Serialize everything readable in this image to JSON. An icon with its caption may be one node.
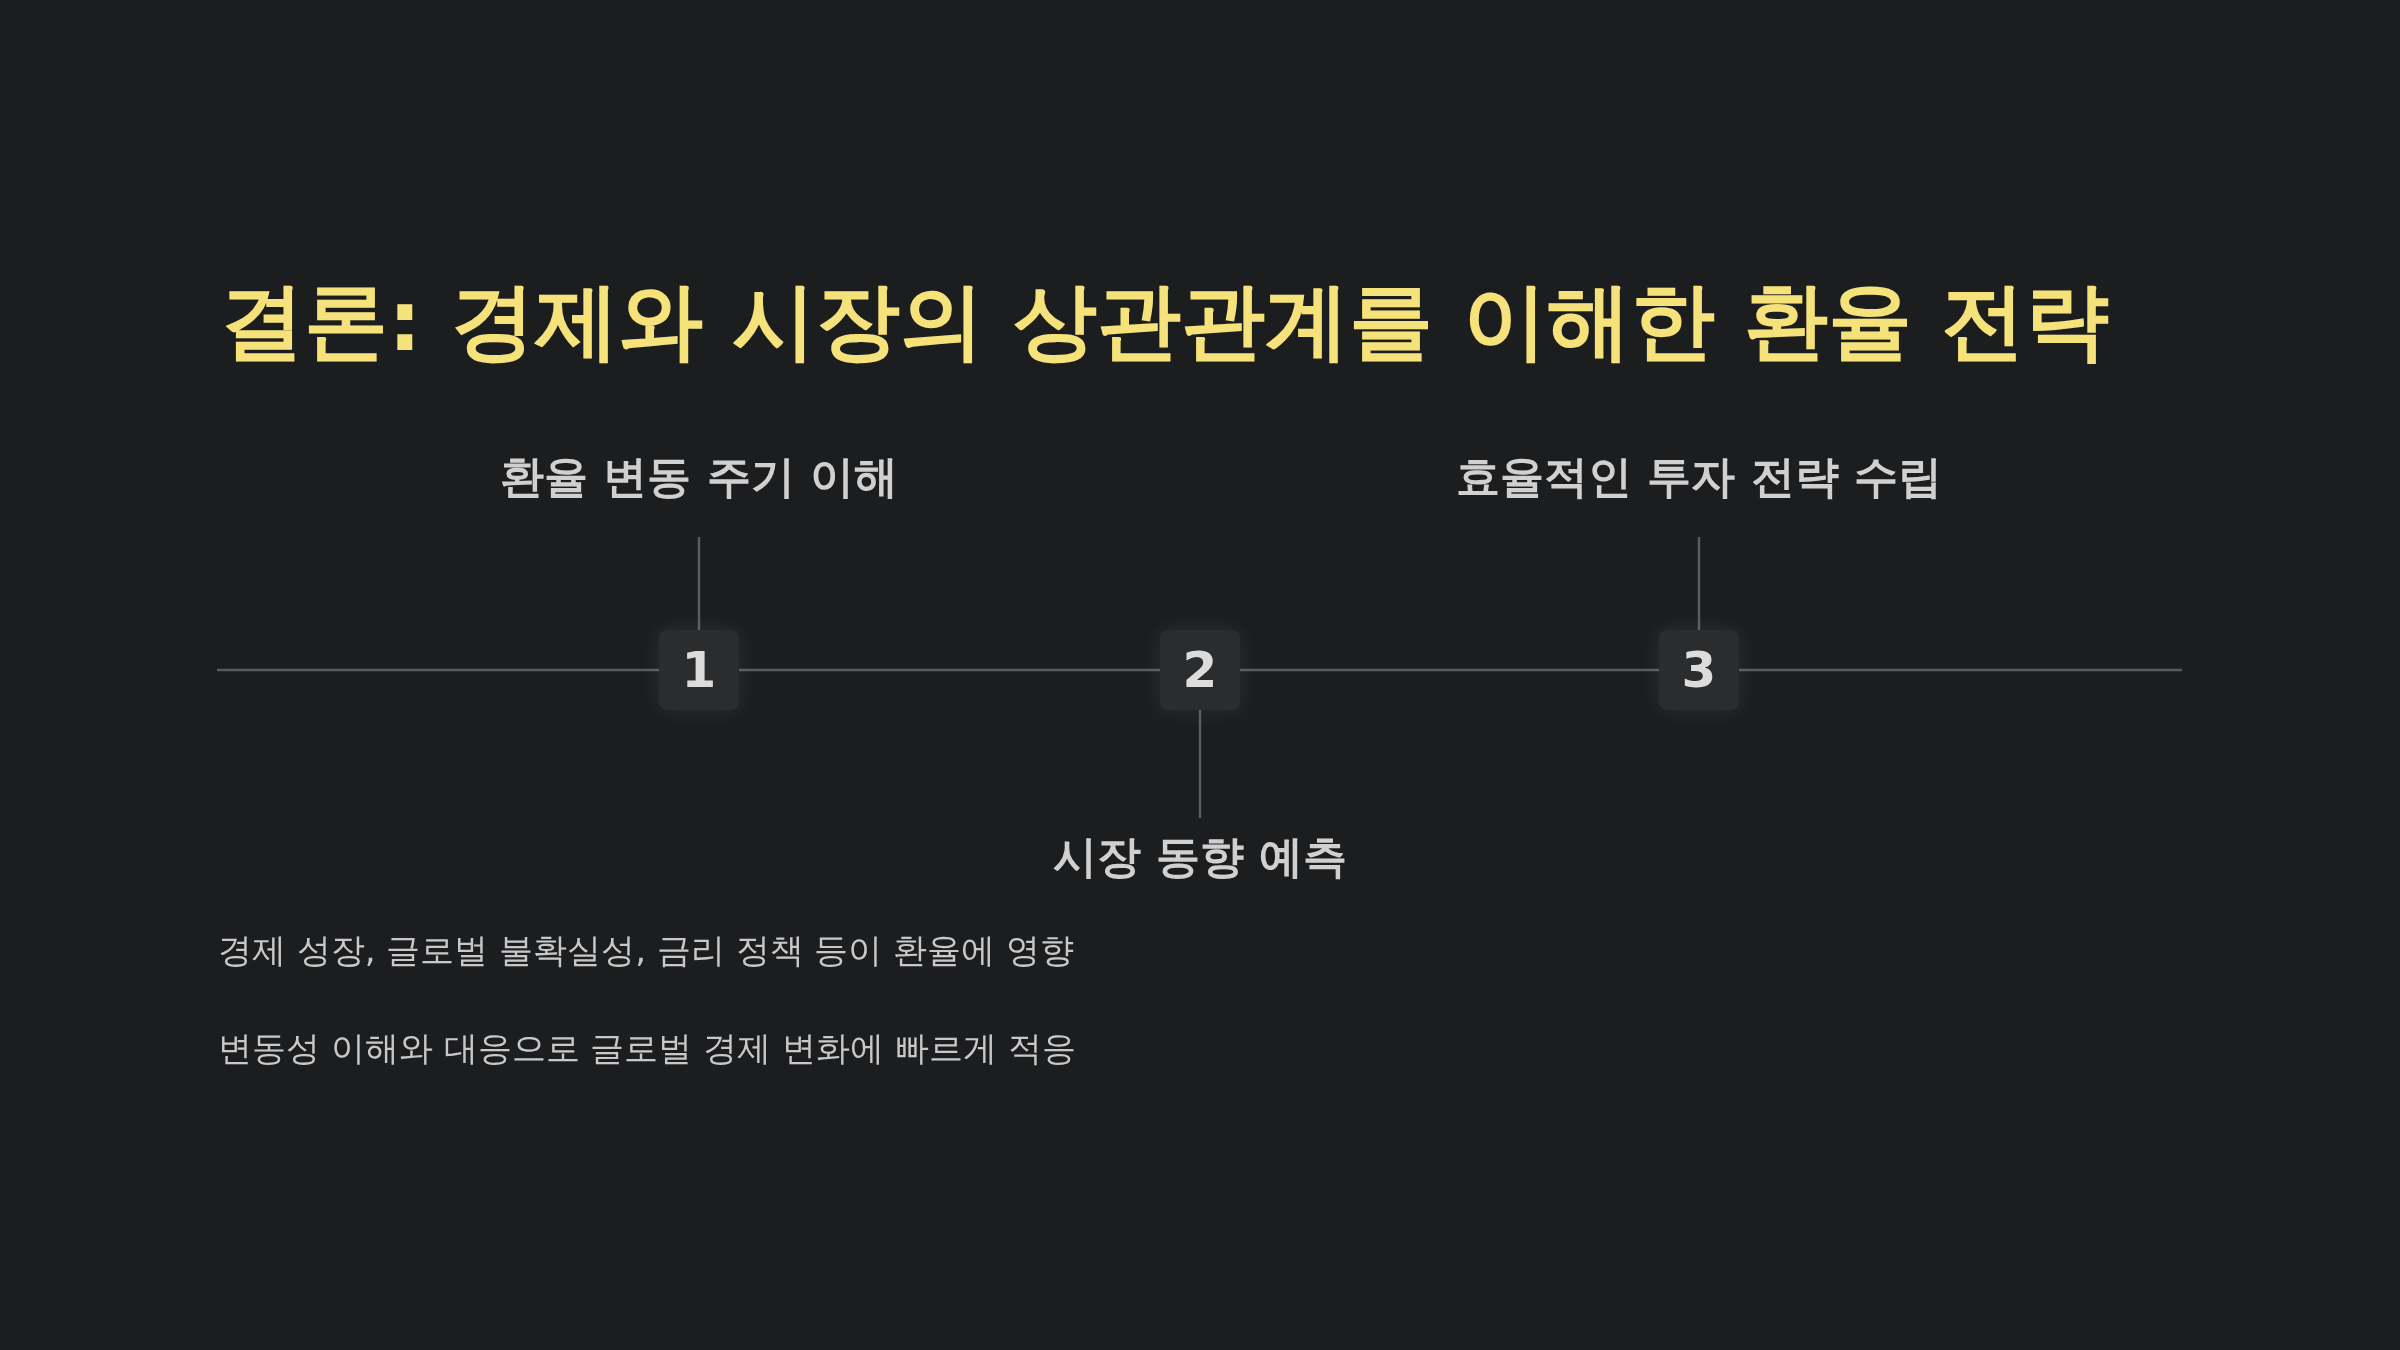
{
  "diagram": {
    "title": "결론: 경제와 시장의 상관관계를 이해한 환율 전략",
    "nodes": [
      {
        "text": [
          "환율 변동 주기 이해"
        ]
      },
      {
        "text": [
          "효율적인 투자 전략 수립"
        ]
      },
      {
        "text": [
          "1"
        ]
      },
      {
        "text": [
          "2"
        ]
      },
      {
        "text": [
          "3"
        ]
      },
      {
        "text": [
          "시장 동향 예측"
        ]
      }
    ],
    "edges": [
      {
        "from": 0,
        "to": 2,
        "arrow": "none"
      },
      {
        "from": 1,
        "to": 4,
        "arrow": "none"
      },
      {
        "from": null,
        "to": 2,
        "arrow": "none"
      },
      {
        "from": 2,
        "to": 3,
        "arrow": "none"
      },
      {
        "from": 3,
        "to": 4,
        "arrow": "none"
      },
      {
        "from": 4,
        "to": null,
        "arrow": "none"
      },
      {
        "from": 3,
        "to": 5,
        "arrow": "none"
      }
    ],
    "labels": [
      "경제 성장, 글로벌 불확실성, 금리 정책 등이 환율에 영향",
      "변동성 이해와 대응으로 글로벌 경제 변화에 빠르게 적응"
    ]
  }
}
